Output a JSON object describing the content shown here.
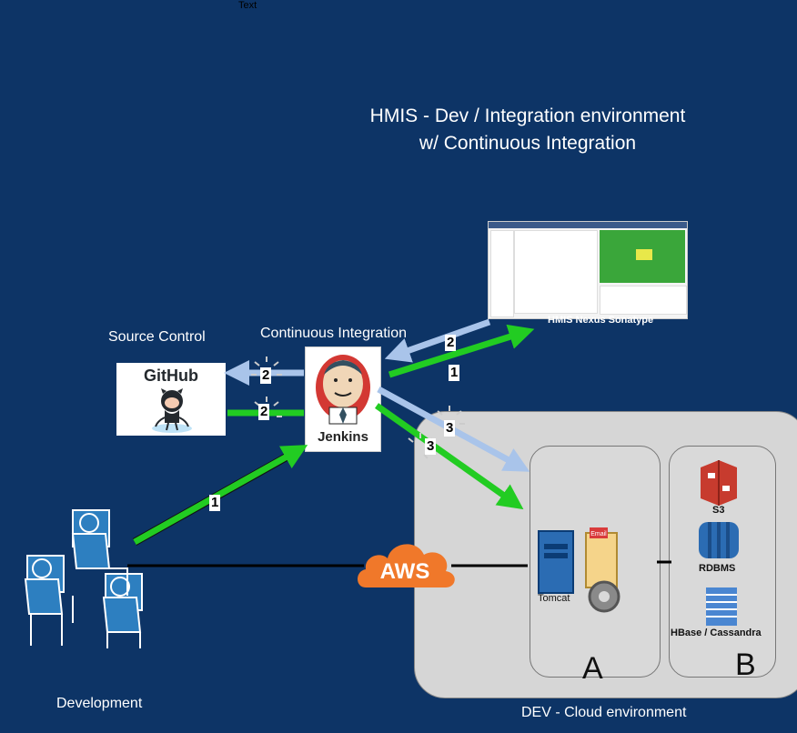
{
  "top_note": "Text",
  "title": {
    "line1": "HMIS -  Dev / Integration environment",
    "line2": "w/ Continuous Integration"
  },
  "labels": {
    "source_control": "Source Control",
    "continuous_integration": "Continuous Integration",
    "nexus": "HMIS Nexus Sonatype",
    "development": "Development",
    "cloud_env": "DEV - Cloud environment",
    "aws": "AWS",
    "tomcat": "Tomcat",
    "s3": "S3",
    "rdbms": "RDBMS",
    "hbase": "HBase / Cassandra",
    "panel_a": "A",
    "panel_b": "B",
    "github": "GitHub",
    "jenkins": "Jenkins",
    "email": "Email"
  },
  "steps": {
    "dev_to_jenkins": "1",
    "jenkins_to_nexus": "1",
    "nexus_to_jenkins": "2",
    "jenkins_to_github": "2",
    "github_to_jenkins": "2",
    "jenkins_to_cloud_a": "3",
    "jenkins_to_cloud_b": "3"
  },
  "colors": {
    "background": "#0d3466",
    "green_arrow": "#22cc22",
    "blue_arrow": "#a9c4ea",
    "aws_orange": "#f0782a",
    "s3_red": "#c73b2e",
    "rdbms_blue": "#2b6cb3",
    "hbase_blue": "#4a86d1"
  }
}
